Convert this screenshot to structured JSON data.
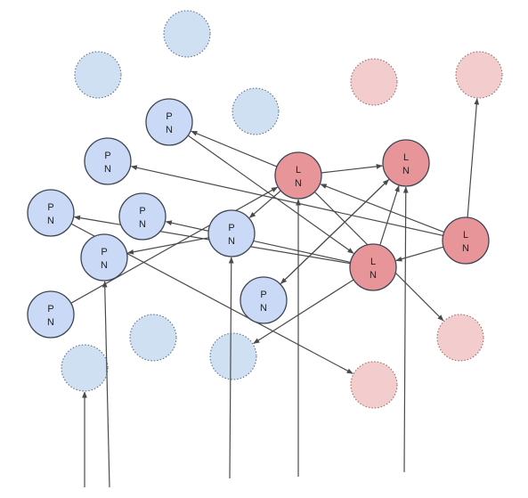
{
  "diagram": {
    "colors": {
      "pn_fill": "#c9d9f6",
      "pn_stroke": "#3f4652",
      "ln_fill": "#e8959a",
      "ln_stroke": "#3f4652",
      "ghost_blue_fill": "#cfe0f2",
      "ghost_blue_stroke": "#5e6f88",
      "ghost_red_fill": "#f3cccd",
      "ghost_red_stroke": "#9a6a6a",
      "edge": "#4a4a4a"
    },
    "node_labels": {
      "pn": [
        "P",
        "N"
      ],
      "ln": [
        "L",
        "N"
      ]
    }
  }
}
